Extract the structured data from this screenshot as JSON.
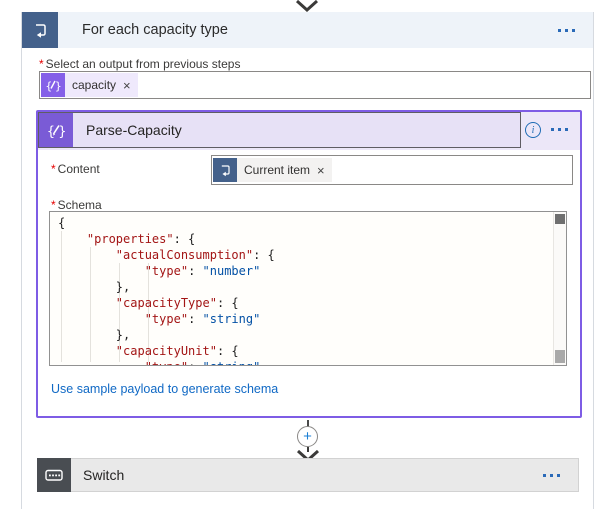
{
  "foreach": {
    "title": "For each capacity type",
    "output_label": "Select an output from previous steps",
    "output_token": "capacity"
  },
  "parse": {
    "title": "Parse-Capacity",
    "content_label": "Content",
    "content_token": "Current item",
    "schema_label": "Schema",
    "schema_lines": [
      "{",
      "    \"properties\": {",
      "        \"actualConsumption\": {",
      "            \"type\": \"number\"",
      "        },",
      "        \"capacityType\": {",
      "            \"type\": \"string\"",
      "        },",
      "        \"capacityUnit\": {",
      "            \"type\": \"string\""
    ],
    "link": "Use sample payload to generate schema"
  },
  "switch_block": {
    "title": "Switch"
  },
  "glyphs": {
    "required": "*",
    "close": "×",
    "plus": "+",
    "info": "i"
  },
  "colors": {
    "accent_purple": "#7e5ce5",
    "foreach_icon_blue": "#44618b",
    "switch_icon_gray": "#494d52",
    "scope_header_bg": "#eef3f9",
    "parse_header_bg": "#e7e1f6",
    "link_blue": "#1069c5",
    "code_key_red": "#a31515",
    "code_string_blue": "#0451a5",
    "more_menu_blue": "#2a6ab8"
  }
}
